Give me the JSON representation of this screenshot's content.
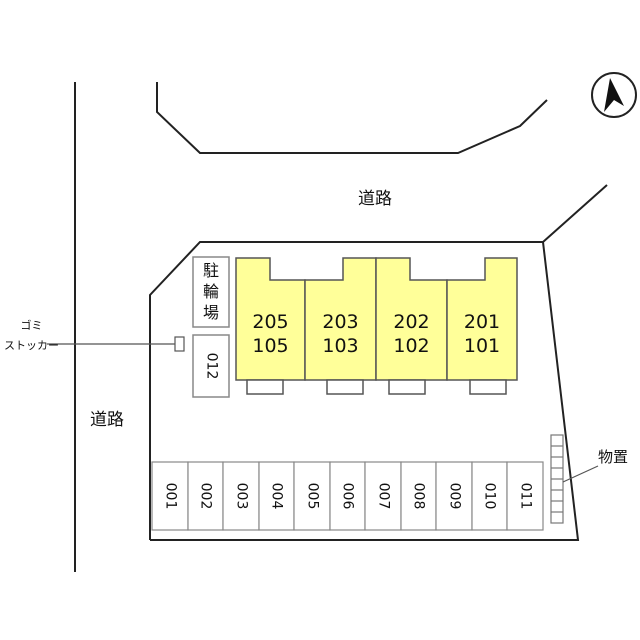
{
  "roads": {
    "top": "道路",
    "left": "道路"
  },
  "storage_label": "物置",
  "garbage_label": "ゴミ\nストッカー",
  "bicycle_parking": "駐\n輪\n場",
  "buildings": [
    {
      "upper": "205",
      "lower": "105"
    },
    {
      "upper": "203",
      "lower": "103"
    },
    {
      "upper": "202",
      "lower": "102"
    },
    {
      "upper": "201",
      "lower": "101"
    }
  ],
  "extra_stall": "012",
  "parking_stalls": [
    "001",
    "002",
    "003",
    "004",
    "005",
    "006",
    "007",
    "008",
    "009",
    "010",
    "011"
  ],
  "compass": {
    "direction": "north"
  },
  "colors": {
    "building_fill": "#ffff99",
    "line": "#222222"
  }
}
